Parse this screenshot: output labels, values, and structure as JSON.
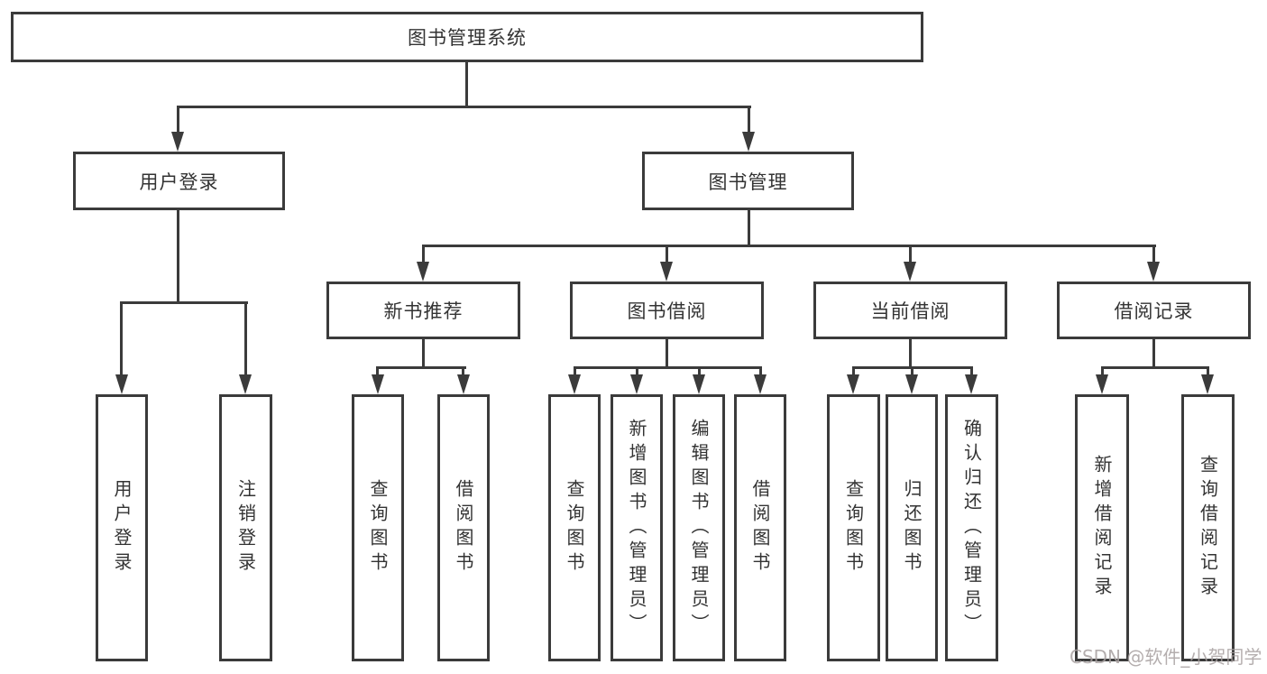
{
  "diagram": {
    "root": "图书管理系统",
    "level2": {
      "user_login": "用户登录",
      "book_mgmt": "图书管理"
    },
    "level3": {
      "new_books": "新书推荐",
      "book_borrow": "图书借阅",
      "current_borrow": "当前借阅",
      "borrow_records": "借阅记录"
    },
    "leaves": {
      "user_login": [
        "用户登录",
        "注销登录"
      ],
      "new_books": [
        "查询图书",
        "借阅图书"
      ],
      "book_borrow": [
        "查询图书",
        "新增图书（管理员）",
        "编辑图书（管理员）",
        "借阅图书"
      ],
      "current_borrow": [
        "查询图书",
        "归还图书",
        "确认归还（管理员）"
      ],
      "borrow_records": [
        "新增借阅记录",
        "查询借阅记录"
      ]
    }
  },
  "watermark": {
    "text": "CSDN @软件_小贺同学"
  },
  "colors": {
    "line": "#3b3b3b",
    "background": "#ffffff",
    "watermark": "#a8a0a0"
  }
}
